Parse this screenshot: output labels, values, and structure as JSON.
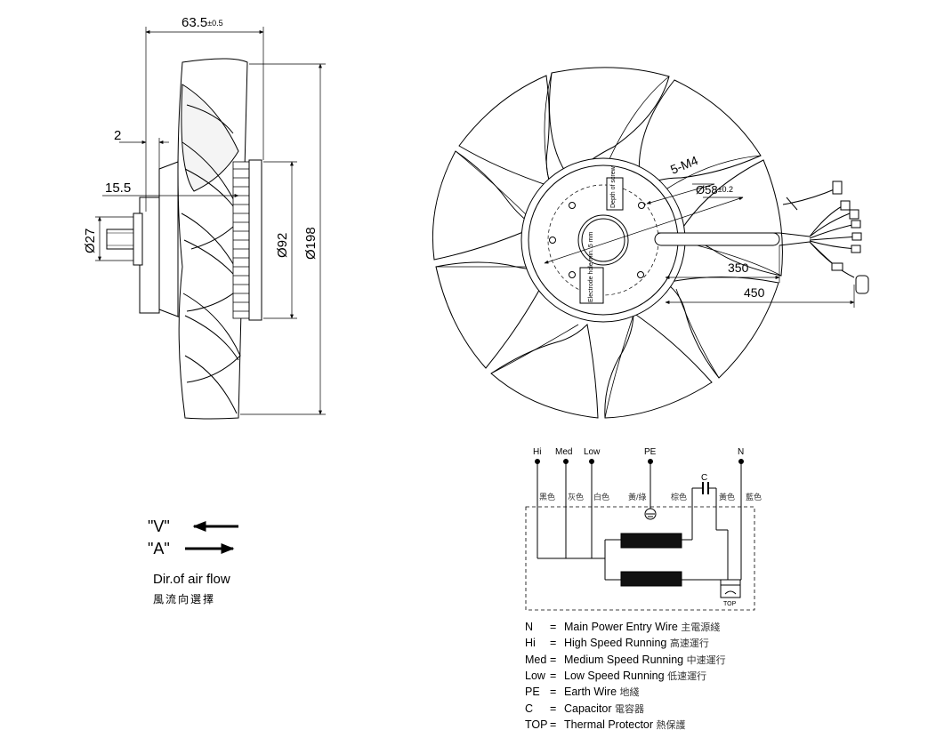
{
  "side_view": {
    "dim_width": "63.5",
    "dim_width_tol": "±0.5",
    "dim_hub_offset": "2",
    "dim_shaft": "15.5",
    "dim_shaft_dia": "Ø27",
    "dim_inner_dia": "Ø92",
    "dim_outer_dia": "Ø198"
  },
  "front_view": {
    "label_thread": "5-M4",
    "label_bolt_circle": "Ø58",
    "label_bolt_circle_tol": "±0.2",
    "dim_cable_short": "350",
    "dim_cable_long": "450",
    "sticker_top": "Depth of screw",
    "sticker_bottom": "Electrode hole min. 5 mm"
  },
  "airflow": {
    "v_label": "\"V\"",
    "a_label": "\"A\"",
    "caption": "Dir.of air flow",
    "caption_cn": "風流向選擇"
  },
  "wiring": {
    "terminals": [
      "Hi",
      "Med",
      "Low",
      "PE",
      "N"
    ],
    "colors_cn": [
      "黑色",
      "灰色",
      "白色",
      "黃/綠",
      "棕色",
      "黃色",
      "藍色"
    ],
    "capacitor_label": "C",
    "top_label": "TOP"
  },
  "legend": [
    {
      "key": "N",
      "text": "Main Power Entry Wire",
      "cn": "主電源綫"
    },
    {
      "key": "Hi",
      "text": "High Speed Running",
      "cn": "高速運行"
    },
    {
      "key": "Med",
      "text": "Medium Speed Running",
      "cn": "中速運行"
    },
    {
      "key": "Low",
      "text": "Low Speed Running",
      "cn": "低速運行"
    },
    {
      "key": "PE",
      "text": "Earth Wire",
      "cn": "地綫"
    },
    {
      "key": "C",
      "text": "Capacitor",
      "cn": "電容器"
    },
    {
      "key": "TOP",
      "text": "Thermal Protector",
      "cn": "熱保護"
    }
  ]
}
